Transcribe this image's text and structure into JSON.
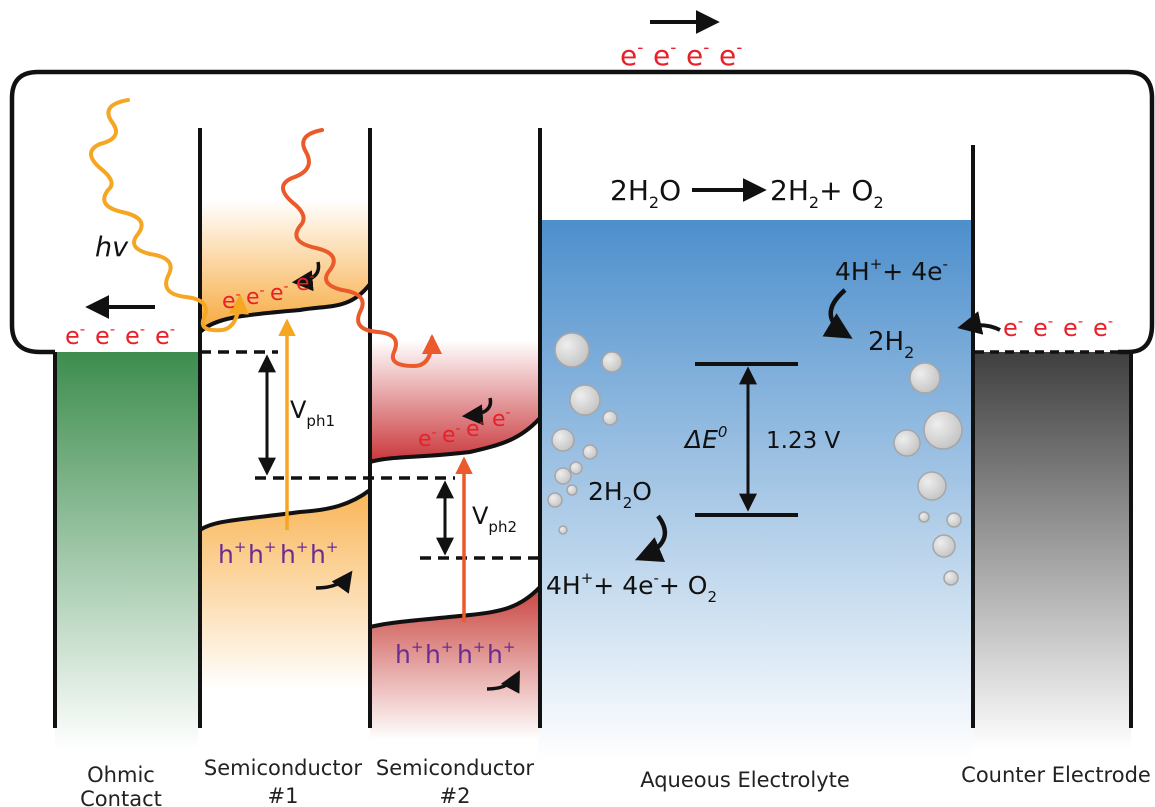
{
  "charge": {
    "e": "e",
    "minus": "-",
    "h": "h",
    "plus": "+"
  },
  "photon_label": "hv",
  "overall_reaction": {
    "part1": "2H",
    "sub2": "2",
    "part2": "O",
    "part3": "2H",
    "part4": "+ O",
    "sub2b": "2",
    "sub2c": "2"
  },
  "reduction": {
    "line1a": "4H",
    "line1b": "+ 4e",
    "line2": "2H",
    "sub": "2"
  },
  "oxidation": {
    "reactant": "2H",
    "reactant_sub": "2",
    "reactant_end": "O",
    "prod_a": "4H",
    "prod_b": "+ 4e",
    "prod_c": "+ O",
    "prod_sub": "2"
  },
  "energy_gap": {
    "symbol": "ΔE",
    "superscript": "0",
    "value": "1.23 V"
  },
  "photovoltages": [
    {
      "main": "V",
      "sub": "ph1"
    },
    {
      "main": "V",
      "sub": "ph2"
    }
  ],
  "labels": {
    "ohmic_line1": "Ohmic",
    "ohmic_line2": "Contact",
    "sc1_line1": "Semiconductor",
    "sc1_line2": "#1",
    "sc2_line1": "Semiconductor",
    "sc2_line2": "#2",
    "electrolyte": "Aqueous Electrolyte",
    "counter": "Counter Electrode"
  },
  "colors": {
    "electron": "#e8202a",
    "hole": "#6a2c91",
    "semiconductor1": "#f7a83b",
    "semiconductor2": "#c8373a",
    "electrolyte": "#4f8fcb",
    "ohmic": "#3f8f4f",
    "counter": "#4a4a4a"
  }
}
